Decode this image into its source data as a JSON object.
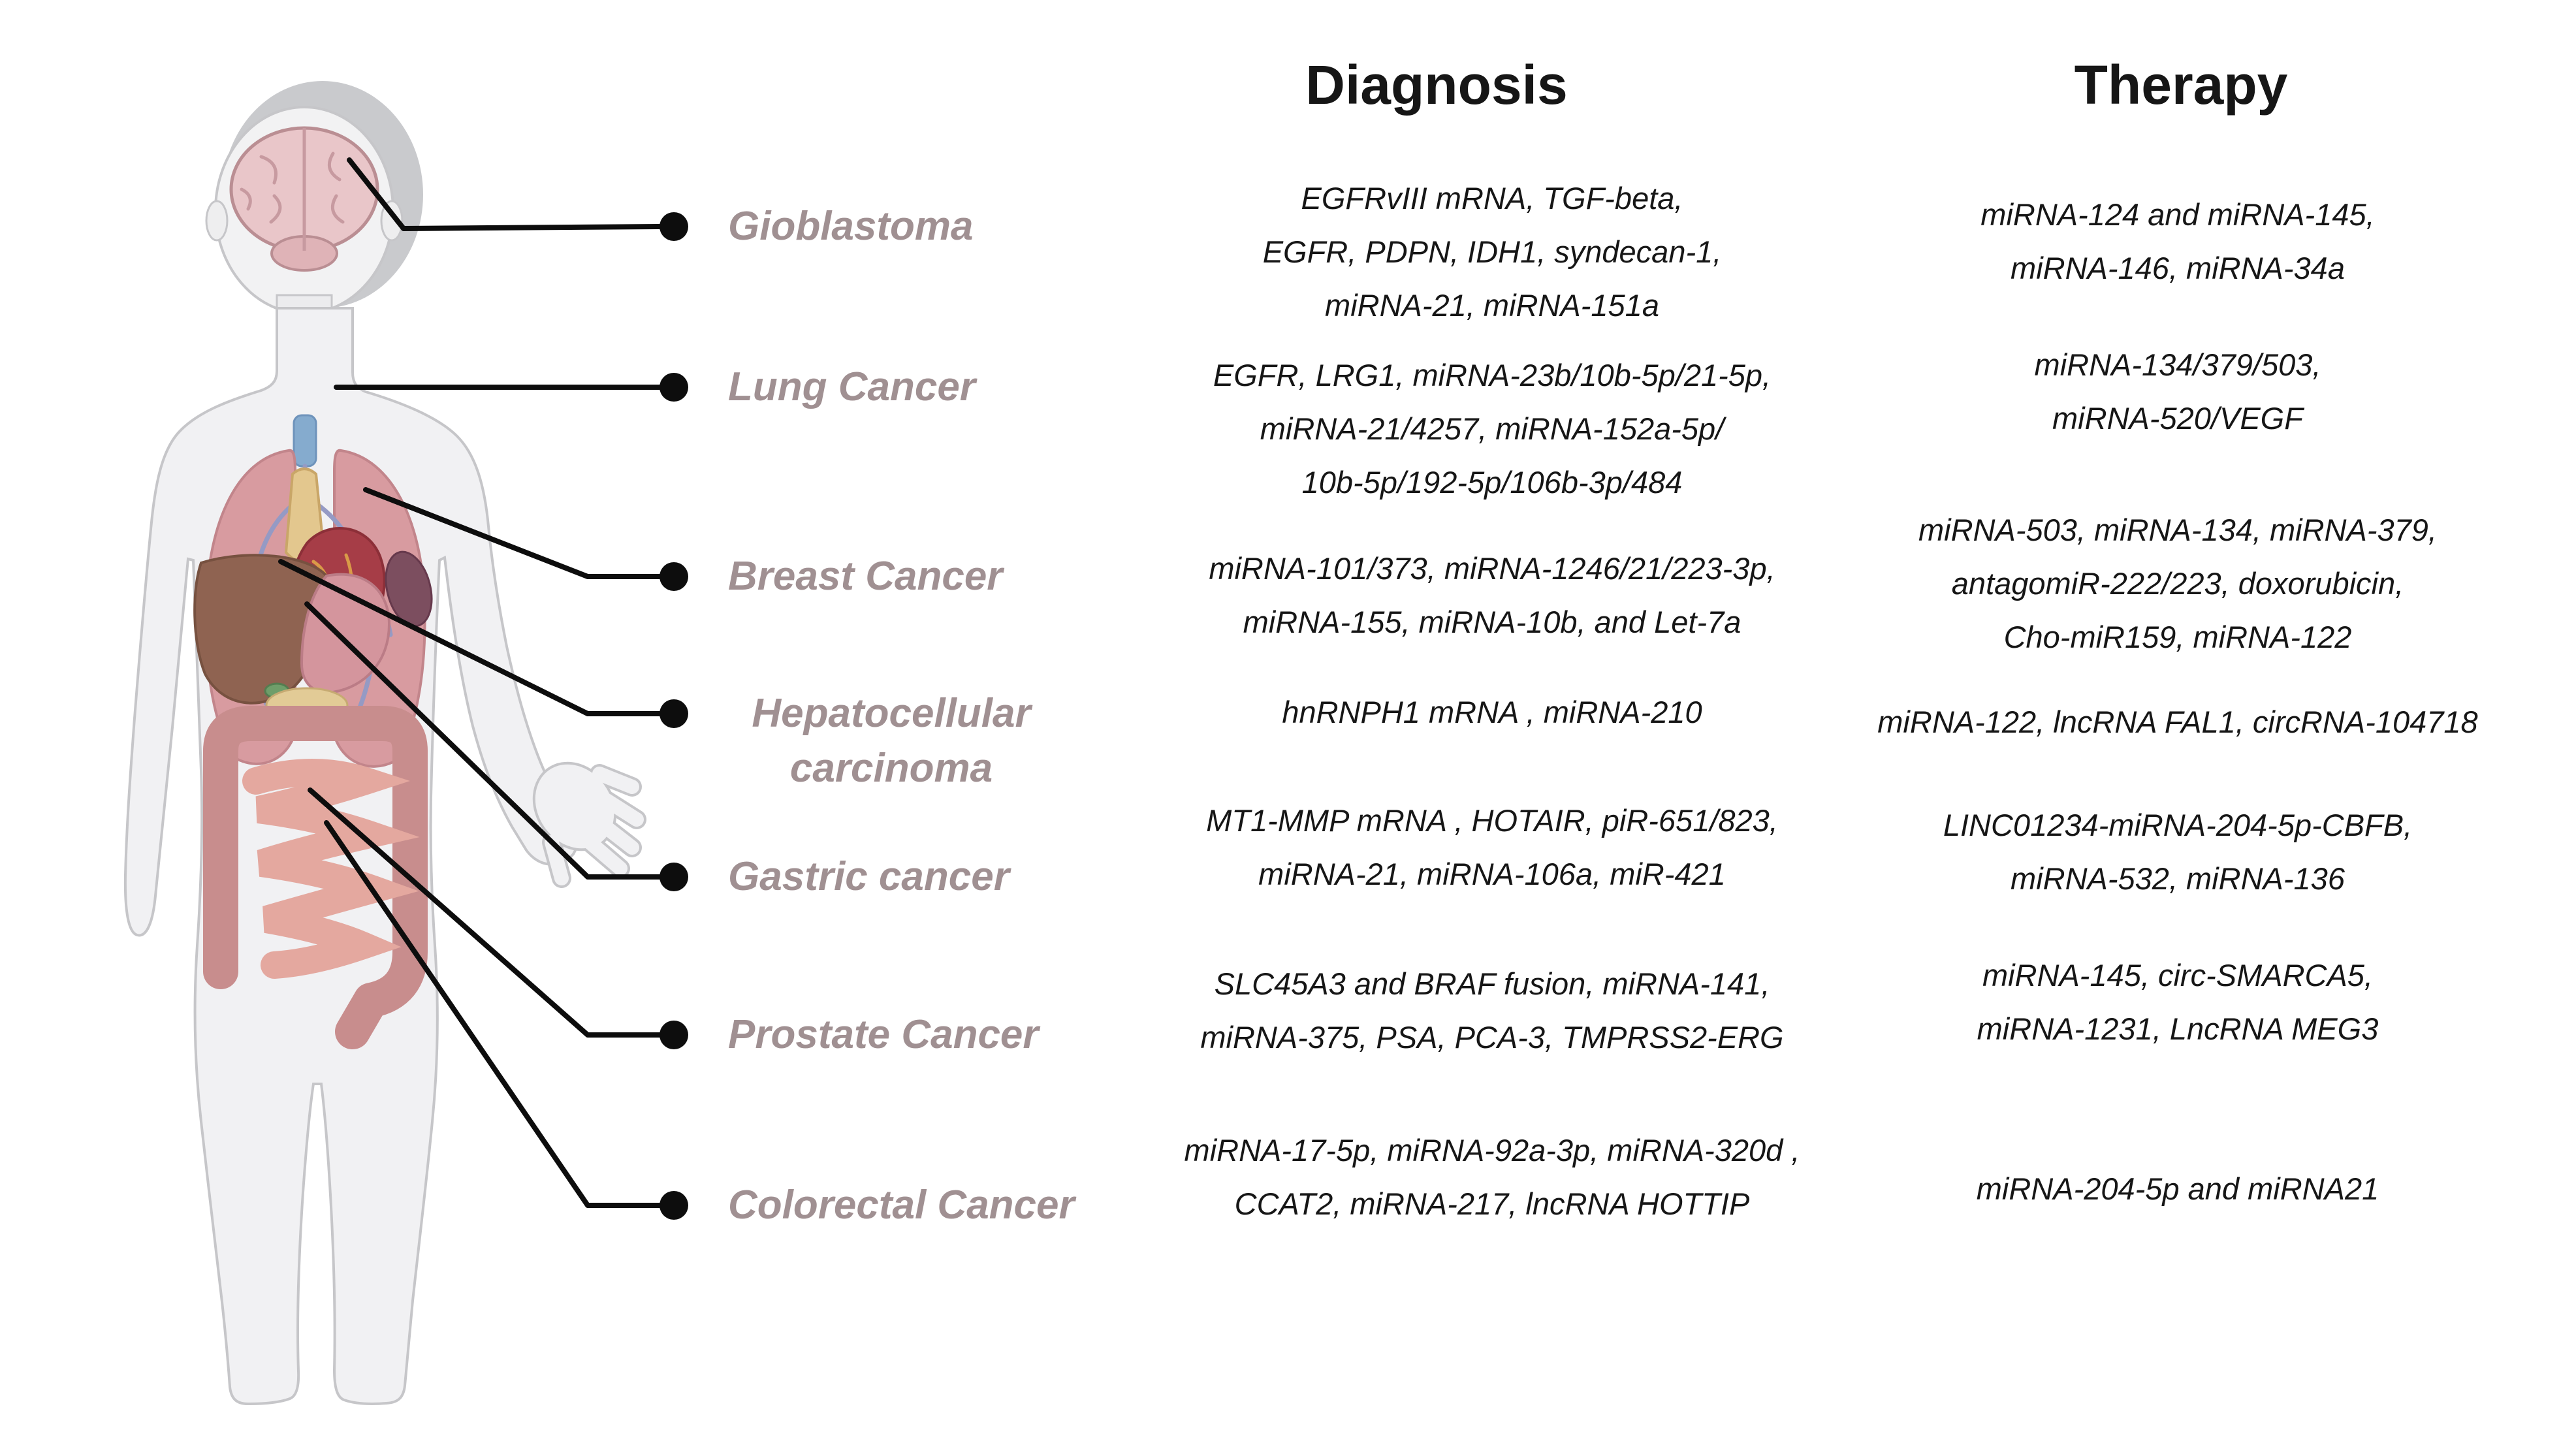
{
  "headers": {
    "diagnosis": "Diagnosis",
    "therapy": "Therapy"
  },
  "colors": {
    "label": "#a09092",
    "text": "#161616",
    "connector": "#0d0d0d",
    "background": "#ffffff"
  },
  "body_figure": {
    "description": "human-body-anatomy-illustration",
    "organs": [
      "brain",
      "lungs",
      "trachea",
      "thymus",
      "heart",
      "liver",
      "stomach",
      "spleen",
      "pancreas",
      "large-intestine",
      "small-intestine"
    ]
  },
  "rows": [
    {
      "label_lines": [
        "Gioblastoma"
      ],
      "diagnosis_lines": [
        "EGFRvIII mRNA, TGF-beta,",
        "EGFR, PDPN, IDH1, syndecan-1,",
        "miRNA-21, miRNA-151a"
      ],
      "therapy_lines": [
        "miRNA-124 and miRNA-145,",
        "miRNA-146, miRNA-34a"
      ]
    },
    {
      "label_lines": [
        "Lung Cancer"
      ],
      "diagnosis_lines": [
        "EGFR, LRG1, miRNA-23b/10b-5p/21-5p,",
        "miRNA-21/4257, miRNA-152a-5p/",
        "10b-5p/192-5p/106b-3p/484"
      ],
      "therapy_lines": [
        "miRNA-134/379/503,",
        "miRNA-520/VEGF"
      ]
    },
    {
      "label_lines": [
        "Breast Cancer"
      ],
      "diagnosis_lines": [
        "miRNA-101/373, miRNA-1246/21/223-3p,",
        "miRNA-155, miRNA-10b, and Let-7a"
      ],
      "therapy_lines": [
        "miRNA-503, miRNA-134, miRNA-379,",
        "antagomiR-222/223, doxorubicin,",
        "Cho-miR159, miRNA-122"
      ]
    },
    {
      "label_lines": [
        "Hepatocellular",
        "carcinoma"
      ],
      "diagnosis_lines": [
        "hnRNPH1 mRNA , miRNA-210"
      ],
      "therapy_lines": [
        "miRNA-122, lncRNA FAL1, circRNA-104718"
      ]
    },
    {
      "label_lines": [
        "Gastric cancer"
      ],
      "diagnosis_lines": [
        "MT1-MMP mRNA , HOTAIR, piR-651/823,",
        "miRNA-21, miRNA-106a, miR-421"
      ],
      "therapy_lines": [
        "LINC01234-miRNA-204-5p-CBFB,",
        "miRNA-532, miRNA-136"
      ]
    },
    {
      "label_lines": [
        "Prostate Cancer"
      ],
      "diagnosis_lines": [
        "SLC45A3 and BRAF fusion, miRNA-141,",
        "miRNA-375, PSA, PCA-3, TMPRSS2-ERG"
      ],
      "therapy_lines": [
        "miRNA-145, circ-SMARCA5,",
        "miRNA-1231, LncRNA MEG3"
      ]
    },
    {
      "label_lines": [
        "Colorectal Cancer"
      ],
      "diagnosis_lines": [
        "miRNA-17-5p, miRNA-92a-3p, miRNA-320d ,",
        "CCAT2, miRNA-217, lncRNA HOTTIP"
      ],
      "therapy_lines": [
        "miRNA-204-5p and miRNA21"
      ]
    }
  ]
}
